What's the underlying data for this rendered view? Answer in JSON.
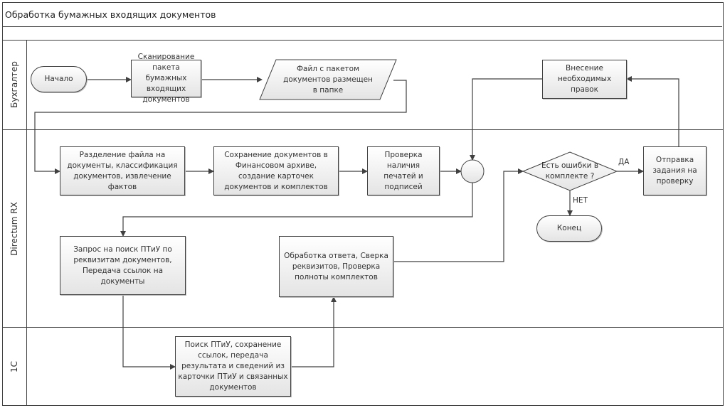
{
  "title": "Обработка бумажных входящих документов",
  "lanes": [
    "Бухгалтер",
    "Directum RX",
    "1С"
  ],
  "nodes": {
    "start": "Начало",
    "scan": "Сканирование пакета бумажных входящих документов",
    "file": "Файл с пакетом документов размещен в папке",
    "split": "Разделение файла на документы, классификация документов, извлечение фактов",
    "save": "Сохранение документов в Финансовом архиве, создание карточек документов и комплектов",
    "check": "Проверка наличия печатей и подписей",
    "fix": "Внесение необходимых правок",
    "decision": "Есть ошибки в комплекте ?",
    "send": "Отправка задания на проверку",
    "end": "Конец",
    "request": "Запрос на поиск ПТиУ по реквизитам документов, Передача ссылок на документы",
    "process": "Обработка ответа, Сверка реквизитов, Проверка полноты комплектов",
    "search": "Поиск ПТиУ, сохранение ссылок, передача результата и сведений из карточки ПТиУ и связанных документов"
  },
  "edge_labels": {
    "yes": "ДА",
    "no": "НЕТ"
  }
}
